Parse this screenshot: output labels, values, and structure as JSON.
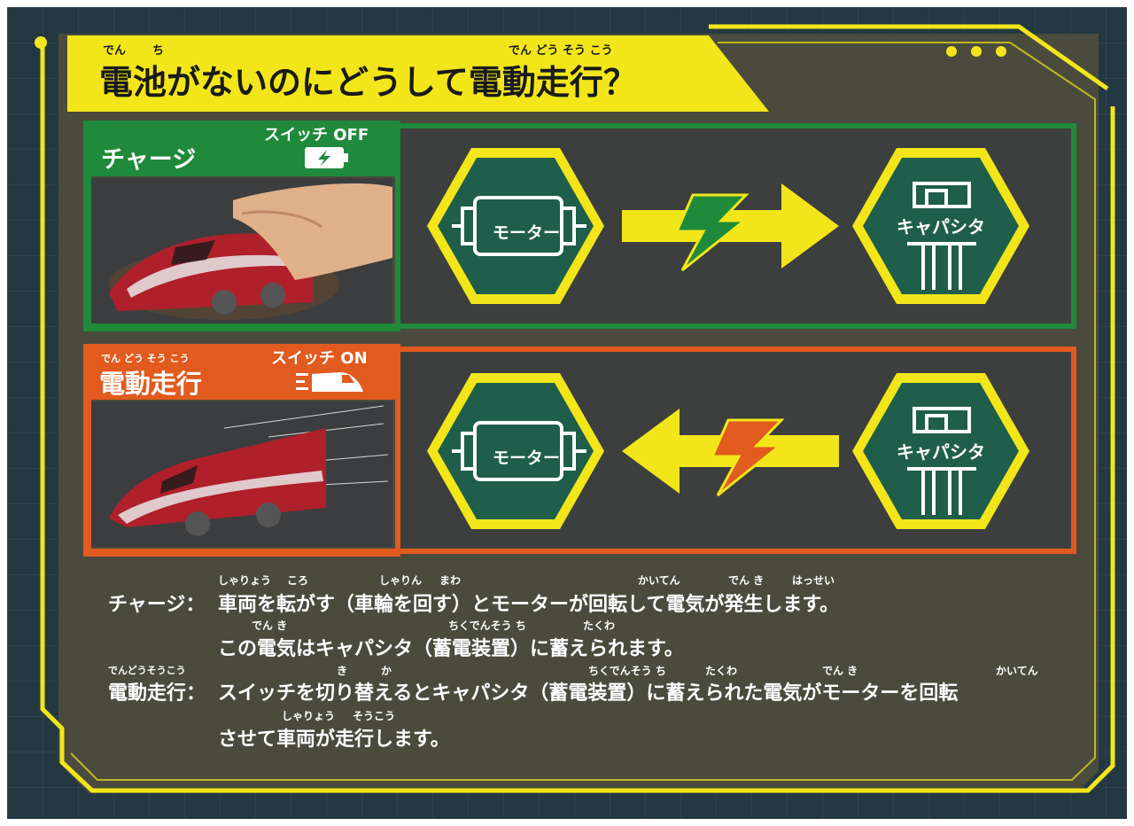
{
  "title": {
    "text": "電池がないのにどうして電動走行？",
    "ruby_den": "でん",
    "ruby_chi": "ち",
    "ruby_dendousoukou": "でん どう そう こう"
  },
  "charge_section": {
    "heading": "チャージ",
    "switch_label": "スイッチ OFF",
    "color": "#1f8a3b"
  },
  "drive_section": {
    "heading": "電動走行",
    "heading_ruby": "でん どう そう こう",
    "switch_label": "スイッチ ON",
    "color": "#e15a1e"
  },
  "components": {
    "motor_label": "モーター",
    "capacitor_label": "キャパシタ"
  },
  "explanation": {
    "charge_term": "チャージ：",
    "charge_line1": "車両を転がす（車輪を回す）とモーターが回転して電気が発生します。",
    "charge_line1_ruby": [
      {
        "text": "しゃりょう"
      },
      {
        "text": "ころ"
      },
      {
        "text": "しゃりん"
      },
      {
        "text": "まわ"
      },
      {
        "text": "かいてん"
      },
      {
        "text": "でん き"
      },
      {
        "text": "はっせい"
      }
    ],
    "charge_line2": "この電気はキャパシタ（蓄電装置）に蓄えられます。",
    "charge_line2_ruby": [
      {
        "text": "でん き"
      },
      {
        "text": "ちくでんそう ち"
      },
      {
        "text": "たくわ"
      }
    ],
    "drive_term": "電動走行：",
    "drive_term_ruby": "でんどうそうこう",
    "drive_line1": "スイッチを切り替えるとキャパシタ（蓄電装置）に蓄えられた電気がモーターを回転",
    "drive_line1_ruby": [
      {
        "text": "き"
      },
      {
        "text": "か"
      },
      {
        "text": "ちくでんそう ち"
      },
      {
        "text": "たくわ"
      },
      {
        "text": "でん き"
      },
      {
        "text": "かいてん"
      }
    ],
    "drive_line2": "させて車両が走行します。",
    "drive_line2_ruby": [
      {
        "text": "しゃりょう"
      },
      {
        "text": "そうこう"
      }
    ]
  },
  "colors": {
    "background": "#243842",
    "content_panel": "#4a4b3c",
    "accent_yellow": "#f2e61a",
    "charge_green": "#1f8a3b",
    "drive_orange": "#e15a1e",
    "hexagon_fill": "#1f5e4a",
    "train_red": "#b0202a"
  },
  "icons": [
    "battery-charge-icon",
    "train-running-icon",
    "lightning-bolt-icon",
    "arrow-right-icon",
    "arrow-left-icon",
    "motor-icon",
    "capacitor-icon"
  ]
}
